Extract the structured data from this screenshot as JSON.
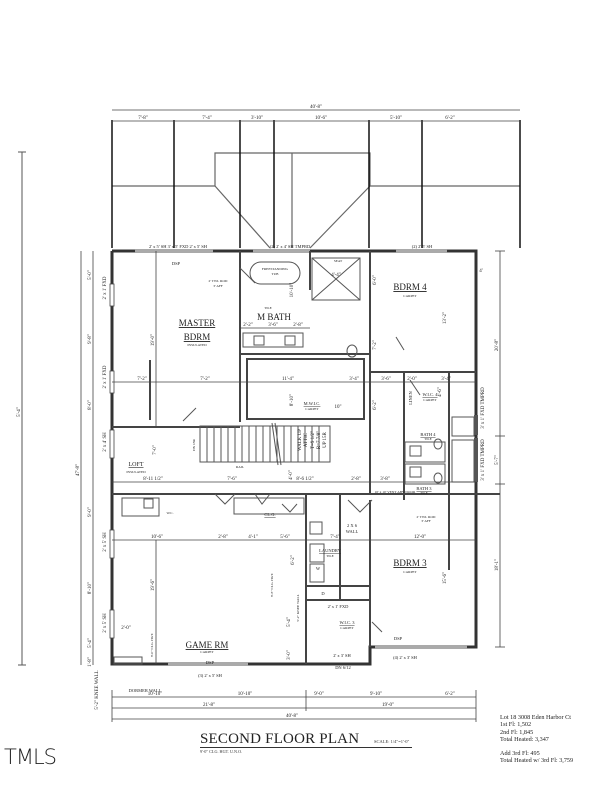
{
  "plan": {
    "title": "SECOND FLOOR PLAN",
    "subtitle": "9'-0\" CLG. HGT. U.N.O.",
    "scale": "SCALE: 1/4\"=1'-0\""
  },
  "lot_info": {
    "address": "Lot 18 3008 Eden Harbor Ct",
    "first_floor": "1st Fl: 1,502",
    "second_floor": "2nd Fl: 1,845",
    "total_heated": "Total Heated: 3,347",
    "third_floor": "Add 3rd Fl: 495",
    "total_with_third": "Total Heated w/ 3rd Fl: 3,759"
  },
  "logo": {
    "text": "TMLS"
  },
  "rooms": {
    "master_bdrm": {
      "name1": "MASTER",
      "name2": "BDRM",
      "floor": "INSULATED"
    },
    "m_bath": {
      "name": "M BATH",
      "floor": "TILE",
      "tub": "FREESTANDING",
      "tub2": "TUB",
      "seat": "SEAT",
      "twl": "2' TWL ROD",
      "twl2": "3' AFF"
    },
    "m_wic": {
      "name": "M.W.I.C.",
      "floor": "CARPET"
    },
    "bdrm4": {
      "name": "BDRM 4",
      "floor": "CARPET"
    },
    "wic4": {
      "name": "W.I.C. 4",
      "floor": "CARPET"
    },
    "linen": {
      "name": "LINEN"
    },
    "bath4": {
      "name": "BATH 4",
      "floor": "TILE"
    },
    "bath3": {
      "name": "BATH 3",
      "floor": "TILE",
      "twl": "2' TWL ROD",
      "twl2": "3' AFF"
    },
    "loft": {
      "name": "LOFT",
      "floor": "INSULATED"
    },
    "wc": {
      "name": "W.C."
    },
    "clg": {
      "name": "CL.G."
    },
    "laundry": {
      "name": "LAUNDRY",
      "floor": "TILE",
      "w": "W",
      "d": "D"
    },
    "bdrm3": {
      "name": "BDRM 3",
      "floor": "CARPET"
    },
    "wic3": {
      "name": "W.I.C. 3",
      "floor": "CARPET"
    },
    "game_rm": {
      "name": "GAME RM",
      "floor": "CARPET"
    },
    "dsp": "DSP"
  },
  "notes": {
    "walk_up": "WALK UP",
    "attic": "ATTIC",
    "riser1": "T=9 1/2\"",
    "riser2": "R=7 7/8\"",
    "riser3": "UP 15R",
    "dn18r": "DN 18R",
    "rail": "RAIL",
    "open_stair": "OPEN",
    "vent": "10' x 10' VENT ABV DOOR",
    "wall2x6": "2 X 6",
    "wall2x6b": "WALL",
    "dormer_wall": "DORMER WALL",
    "knee_wall": "5'-2\" KNEE WALL",
    "knee_wall2": "5'-2\" KNEE WALL",
    "clg_hgt_game": "8'-8\" CLG. HGT.",
    "clg_hgt_loft": "8'-0\" CLG. HGT.",
    "dn612": "DN 6/12",
    "fxd_1x1": "2' x 1' FXD",
    "bdrm4_door": "2'",
    "door2": "2'"
  },
  "windows": {
    "master_top": "2' x 5' SH  3' x 5' FXD  2' x 5' SH",
    "bath_top": "(2) 2' x 4' SH TMPRD",
    "bdrm4_top": "(2) 2' 5' SH",
    "game_bottom": "(3) 2' x 5' SH",
    "bdrm3_bottom": "(4) 2' x 3' SH",
    "wic3_bottom": "2' x 3' SH",
    "left_1": "2' x 1' FXD",
    "left_2": "2' x 1' FXD",
    "left_3": "2' x 4' SH",
    "left_4": "2' x 5' SH",
    "left_5": "2' x 5' SH",
    "right_1": "3' x 1' FXD TMPRD",
    "right_2": "3' x 1' FXD TMPRD"
  },
  "dimensions": {
    "top_overall": "40'-8\"",
    "top": [
      "7'-8\"",
      "7'-4\"",
      "3'-10\"",
      "10'-6\"",
      "5'-10\"",
      "6'-2\""
    ],
    "bottom_row1": [
      "10'-10\"",
      "10'-10\"",
      "9'-0\"",
      "9'-10\"",
      "6'-2\""
    ],
    "bottom_row2": [
      "21'-8\"",
      "19'-0\""
    ],
    "bottom_overall": "40'-8\"",
    "left_overall": "47'-8\"",
    "left_outer": "5'-4\"",
    "left": [
      "5'-0\"",
      "9'-8\"",
      "8'-0\"",
      "9'-0\"",
      "8'-10\"",
      "5'-4\"",
      "1'-8\""
    ],
    "right": [
      "20'-8\"",
      "5'-7\"",
      "18'-1\""
    ],
    "master_h": [
      "7'-2\"",
      "7'-2\""
    ],
    "master_v": "19'-0\"",
    "bath_row": [
      "2'-2\"",
      "3'-6\"",
      "2'-8\""
    ],
    "bath_v": "10'-10\"",
    "wic_w": "11'-4\"",
    "wic_v": "8'-10\"",
    "wic_10": "10\"",
    "shower": "4'-4\"",
    "shower_v": "6'-0\"",
    "bdrm4_v": "13'-2\"",
    "bdrm4_side": "7'-2\"",
    "row_mid": [
      "3'-4\"",
      "3'-6\"",
      "2'-0\"",
      "3'-4\""
    ],
    "wic4_v": "4'-6\"",
    "lin_v": "6'-2\"",
    "loft_row": [
      "8'-11 1/2\"",
      "7'-6\"",
      "8'-6 1/2\"",
      "2'-8\"",
      "3'-8\""
    ],
    "loft_v": "7'-0\"",
    "stair_v": "4'-0\"",
    "game_row": [
      "10'-6\"",
      "2'-8\"",
      "4'-1\"",
      "5'-6\"",
      "7'-4\"",
      "12'-0\""
    ],
    "game_v": "19'-6\"",
    "game_knee": "2'-0\"",
    "bdrm3_v": "15'-6\"",
    "laundry_v": "6'-2\"",
    "knee_v": [
      "5'-4\"",
      "3'-0\""
    ],
    "bath3_side": "5'-3\"",
    "right_door": "4'"
  }
}
